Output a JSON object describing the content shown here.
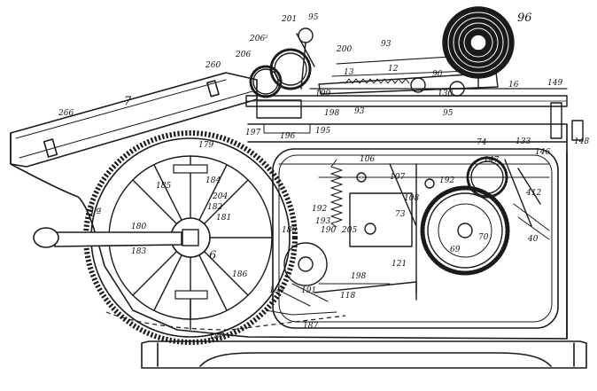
{
  "figure": {
    "ink_color": "#1a1a1a",
    "paper_color": "#ffffff"
  },
  "labels": {
    "l201": "201",
    "l95a": "95",
    "l96": "96",
    "l2062": "206²",
    "l200": "200",
    "l93a": "93",
    "l260": "260",
    "l206": "206",
    "l13": "13",
    "l12": "12",
    "l90": "90",
    "l16": "16",
    "l149": "149",
    "l7": "7",
    "l266": "266",
    "l199": "199",
    "l130": "130",
    "l198": "198",
    "l93b": "93",
    "l95b": "95",
    "l197": "197",
    "l196": "196",
    "l195": "195",
    "l179": "179",
    "l74": "74",
    "l133": "133",
    "l148": "148",
    "l146": "146",
    "l147": "147",
    "l106": "106",
    "l107": "107",
    "l192a": "192",
    "l185": "185",
    "l184": "184",
    "l1a": "1ª",
    "l204": "204",
    "l182": "182",
    "l181": "181",
    "l180": "180",
    "l108": "108",
    "l73": "73",
    "l412": "412",
    "l189": "189",
    "l192b": "192",
    "l193": "193",
    "l190": "190",
    "l205": "205",
    "l70": "70",
    "l40": "40",
    "l183": "183",
    "l6": "6",
    "l69": "69",
    "l121": "121",
    "l194": "194",
    "l191": "191",
    "l198b": "198",
    "l118": "118",
    "l186": "186",
    "l187a": "187",
    "l187b": "187"
  }
}
